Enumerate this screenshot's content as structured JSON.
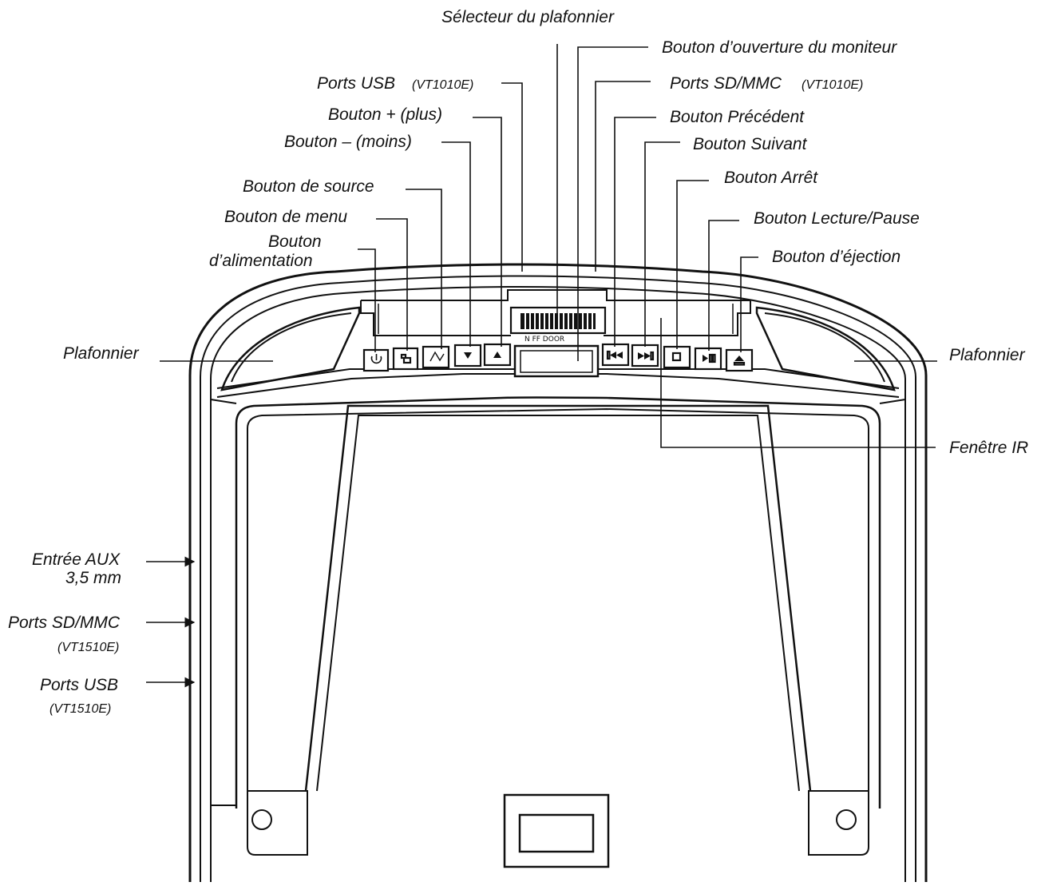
{
  "figure": {
    "labels": {
      "selecteur_plafonnier": "Sélecteur du plafonnier",
      "bouton_ouverture": "Bouton d’ouverture du moniteur",
      "ports_usb_top": "Ports USB",
      "ports_usb_top_model": "(VT1010E)",
      "ports_sd_top": "Ports SD/MMC",
      "ports_sd_top_model": "(VT1010E)",
      "bouton_plus": "Bouton + (plus)",
      "bouton_precedent": "Bouton Précédent",
      "bouton_moins": "Bouton – (moins)",
      "bouton_suivant": "Bouton Suivant",
      "bouton_source": "Bouton de source",
      "bouton_arret": "Bouton Arrêt",
      "bouton_menu": "Bouton de menu",
      "bouton_lecture": "Bouton Lecture/Pause",
      "bouton_alimentation_l1": "Bouton",
      "bouton_alimentation_l2": "d’alimentation",
      "bouton_ejection": "Bouton d’éjection",
      "plafonnier_left": "Plafonnier",
      "plafonnier_right": "Plafonnier",
      "fenetre_ir": "Fenêtre IR",
      "entree_aux_l1": "Entrée AUX",
      "entree_aux_l2": "3,5 mm",
      "ports_sd_side": "Ports SD/MMC",
      "ports_sd_side_model": "(VT1510E)",
      "ports_usb_side": "Ports USB",
      "ports_usb_side_model": "(VT1510E)"
    },
    "selector_marks": "N    FF  DOOR",
    "icons": [
      "power-icon",
      "menu-icon",
      "source-icon",
      "minus-down-icon",
      "plus-up-icon",
      "previous-icon",
      "next-icon",
      "stop-icon",
      "play-pause-icon",
      "eject-icon"
    ]
  }
}
